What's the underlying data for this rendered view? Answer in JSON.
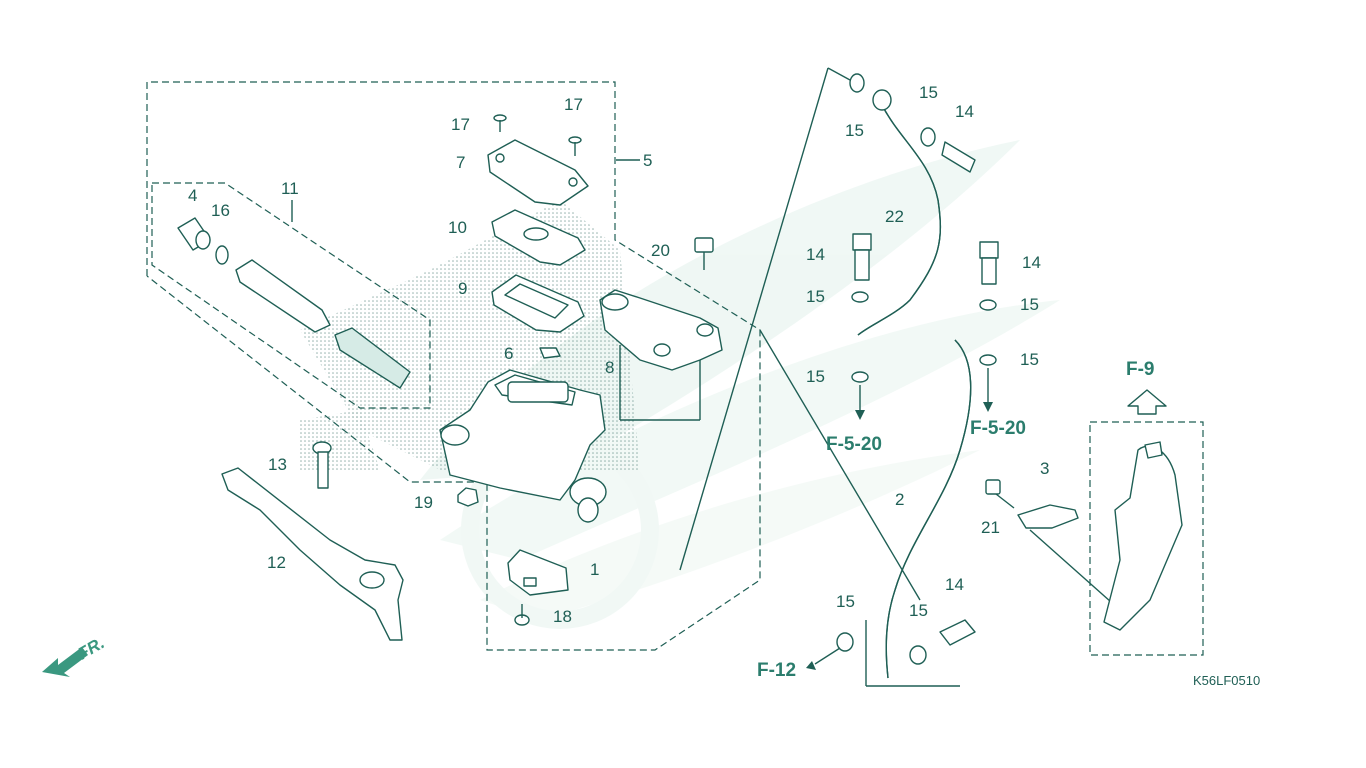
{
  "diagram": {
    "drawing_code": "K56LF0510",
    "front_marker": "FR.",
    "callouts": [
      {
        "id": "c1",
        "label": "1"
      },
      {
        "id": "c2",
        "label": "2"
      },
      {
        "id": "c3",
        "label": "3"
      },
      {
        "id": "c4",
        "label": "4"
      },
      {
        "id": "c5",
        "label": "5"
      },
      {
        "id": "c6",
        "label": "6"
      },
      {
        "id": "c7",
        "label": "7"
      },
      {
        "id": "c8",
        "label": "8"
      },
      {
        "id": "c9",
        "label": "9"
      },
      {
        "id": "c10",
        "label": "10"
      },
      {
        "id": "c11",
        "label": "11"
      },
      {
        "id": "c12",
        "label": "12"
      },
      {
        "id": "c13",
        "label": "13"
      },
      {
        "id": "c14a",
        "label": "14"
      },
      {
        "id": "c14b",
        "label": "14"
      },
      {
        "id": "c14c",
        "label": "14"
      },
      {
        "id": "c14d",
        "label": "14"
      },
      {
        "id": "c15a",
        "label": "15"
      },
      {
        "id": "c15b",
        "label": "15"
      },
      {
        "id": "c15c",
        "label": "15"
      },
      {
        "id": "c15d",
        "label": "15"
      },
      {
        "id": "c15e",
        "label": "15"
      },
      {
        "id": "c15f",
        "label": "15"
      },
      {
        "id": "c15g",
        "label": "15"
      },
      {
        "id": "c15h",
        "label": "15"
      },
      {
        "id": "c16",
        "label": "16"
      },
      {
        "id": "c17a",
        "label": "17"
      },
      {
        "id": "c17b",
        "label": "17"
      },
      {
        "id": "c18",
        "label": "18"
      },
      {
        "id": "c19",
        "label": "19"
      },
      {
        "id": "c20",
        "label": "20"
      },
      {
        "id": "c21",
        "label": "21"
      },
      {
        "id": "c22",
        "label": "22"
      }
    ],
    "references": [
      {
        "id": "r1",
        "label": "F-5-20"
      },
      {
        "id": "r2",
        "label": "F-5-20"
      },
      {
        "id": "r3",
        "label": "F-9"
      },
      {
        "id": "r4",
        "label": "F-12"
      }
    ]
  }
}
